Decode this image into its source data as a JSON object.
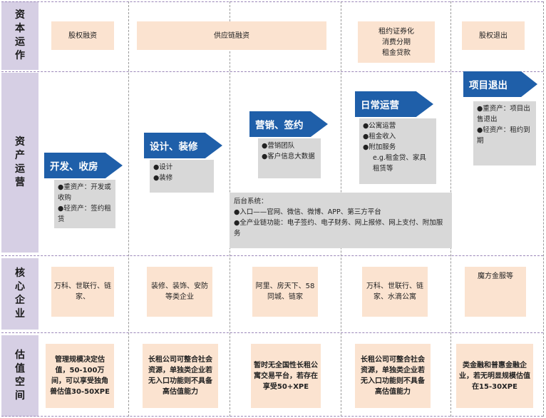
{
  "rows": {
    "capital": "资本运作",
    "asset": "资产运营",
    "core": "核心企业",
    "valuation": "估值空间"
  },
  "capital": {
    "c1": "股权融资",
    "c2": "供应链融资",
    "c3": [
      "租约证券化",
      "消费分期",
      "租金贷款"
    ],
    "c4": "股权退出"
  },
  "stages": {
    "s1": {
      "title": "开发、收房",
      "items": [
        "●重资产：开发或收购",
        "●轻资产：签约租赁"
      ]
    },
    "s2": {
      "title": "设计、装修",
      "items": [
        "●设计",
        "●装修"
      ]
    },
    "s3": {
      "title": "营销、签约",
      "items": [
        "●营销团队",
        "●客户信息大数据"
      ]
    },
    "s4": {
      "title": "日常运营",
      "items": [
        "●公寓运营",
        "●租金收入",
        "●附加服务",
        "e.g.租金贷、家具租赁等"
      ]
    },
    "s5": {
      "title": "项目退出",
      "items": [
        "●重资产：项目出售退出",
        "●轻资产：租约到期"
      ]
    }
  },
  "backend": {
    "title": "后台系统：",
    "line1": "●入口——官网、微信、微博、APP、第三方平台",
    "line2": "●全产业链功能：电子签约、电子财务、网上报修、网上支付、附加服务"
  },
  "core": {
    "c1": "万科、世联行、链家、",
    "c2": "装修、装饰、安防等类企业",
    "c3": "阿里、房天下、58同城、链家",
    "c4": "万科、世联行、链家、水滴公寓",
    "c5": "魔方金服等"
  },
  "valuation": {
    "v1": "管理规模决定估值，50-100万间，可以享受独角兽估值30-50XPE",
    "v2": "长租公司可整合社会资源，单独类企业若无入口功能则不具备高估值能力",
    "v3": "暂时无全国性长租公寓交易平台，若存在享受50+XPE",
    "v4": "长租公司可整合社会资源，单独类企业若无入口功能则不具备高估值能力",
    "v5": "类金融和普惠金融企业，若无明显规模估值在15-30XPE"
  },
  "colors": {
    "arrow": "#1f5fa9",
    "peach": "#fbe3d0",
    "gray": "#d8d8d8",
    "rowlabel": "#d6cfe4"
  }
}
